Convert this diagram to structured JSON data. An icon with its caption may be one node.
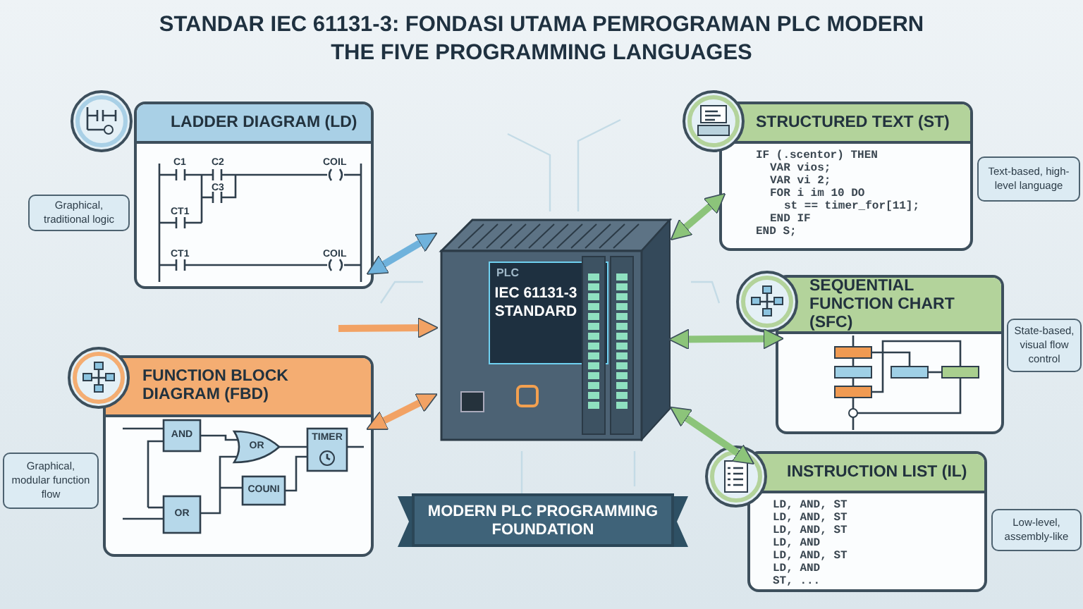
{
  "diagram": {
    "title": "STANDAR IEC 61131-3: FONDASI UTAMA PEMROGRAMAN PLC MODERN",
    "nodes": [
      {
        "text": [
          "PLC",
          "IEC 61131-3 STANDARD"
        ]
      },
      {
        "text": [
          "LADDER DIAGRAM (LD)"
        ],
        "beside": [
          "Graphical, traditional logic"
        ]
      },
      {
        "text": [
          "STRUCTURED TEXT (ST)",
          "IF (.scentor) THEN",
          "VAR vios;",
          "VAR vi 2;",
          "FOR i im 10 DO",
          "st == timer_for[11];",
          "END IF",
          "END S;"
        ],
        "beside": [
          "Text-based, high-level language"
        ]
      },
      {
        "text": [
          "FUNCTION BLOCK DIAGRAM (FBD)"
        ],
        "beside": [
          "Graphical, modular function flow"
        ]
      },
      {
        "text": [
          "SEQUENTIAL FUNCTION CHART (SFC)"
        ],
        "beside": [
          "State-based, visual flow control"
        ]
      },
      {
        "text": [
          "INSTRUCTION LIST (IL)",
          "LD, AND, ST",
          "LD, AND, ST",
          "LD, AND, ST",
          "LD, AND",
          "LD, AND, ST",
          "LD, AND",
          "ST, ..."
        ],
        "beside": [
          "Low-level, assembly-like"
        ]
      }
    ],
    "edges": [
      {
        "from": 1,
        "to": 0,
        "arrow": "both",
        "color": "#6fb2dc"
      },
      {
        "from": 0,
        "to": 2,
        "arrow": "both"
      },
      {
        "from": null,
        "to": 0,
        "arrow": "to",
        "color": "#f2a264"
      },
      {
        "from": 3,
        "to": 0,
        "arrow": "both",
        "color": "#f2a264"
      },
      {
        "from": 0,
        "to": 4,
        "arrow": "both"
      },
      {
        "from": 0,
        "to": 5,
        "arrow": "both"
      }
    ],
    "labels": [
      "THE FIVE PROGRAMMING LANGUAGES",
      "C1",
      "C2",
      "C3",
      "CT1",
      "COIL",
      "CT1",
      "COIL",
      "AND",
      "OR",
      "TIMER",
      "COUNI",
      "OR",
      "MODERN PLC PROGRAMMING FOUNDATION"
    ]
  }
}
